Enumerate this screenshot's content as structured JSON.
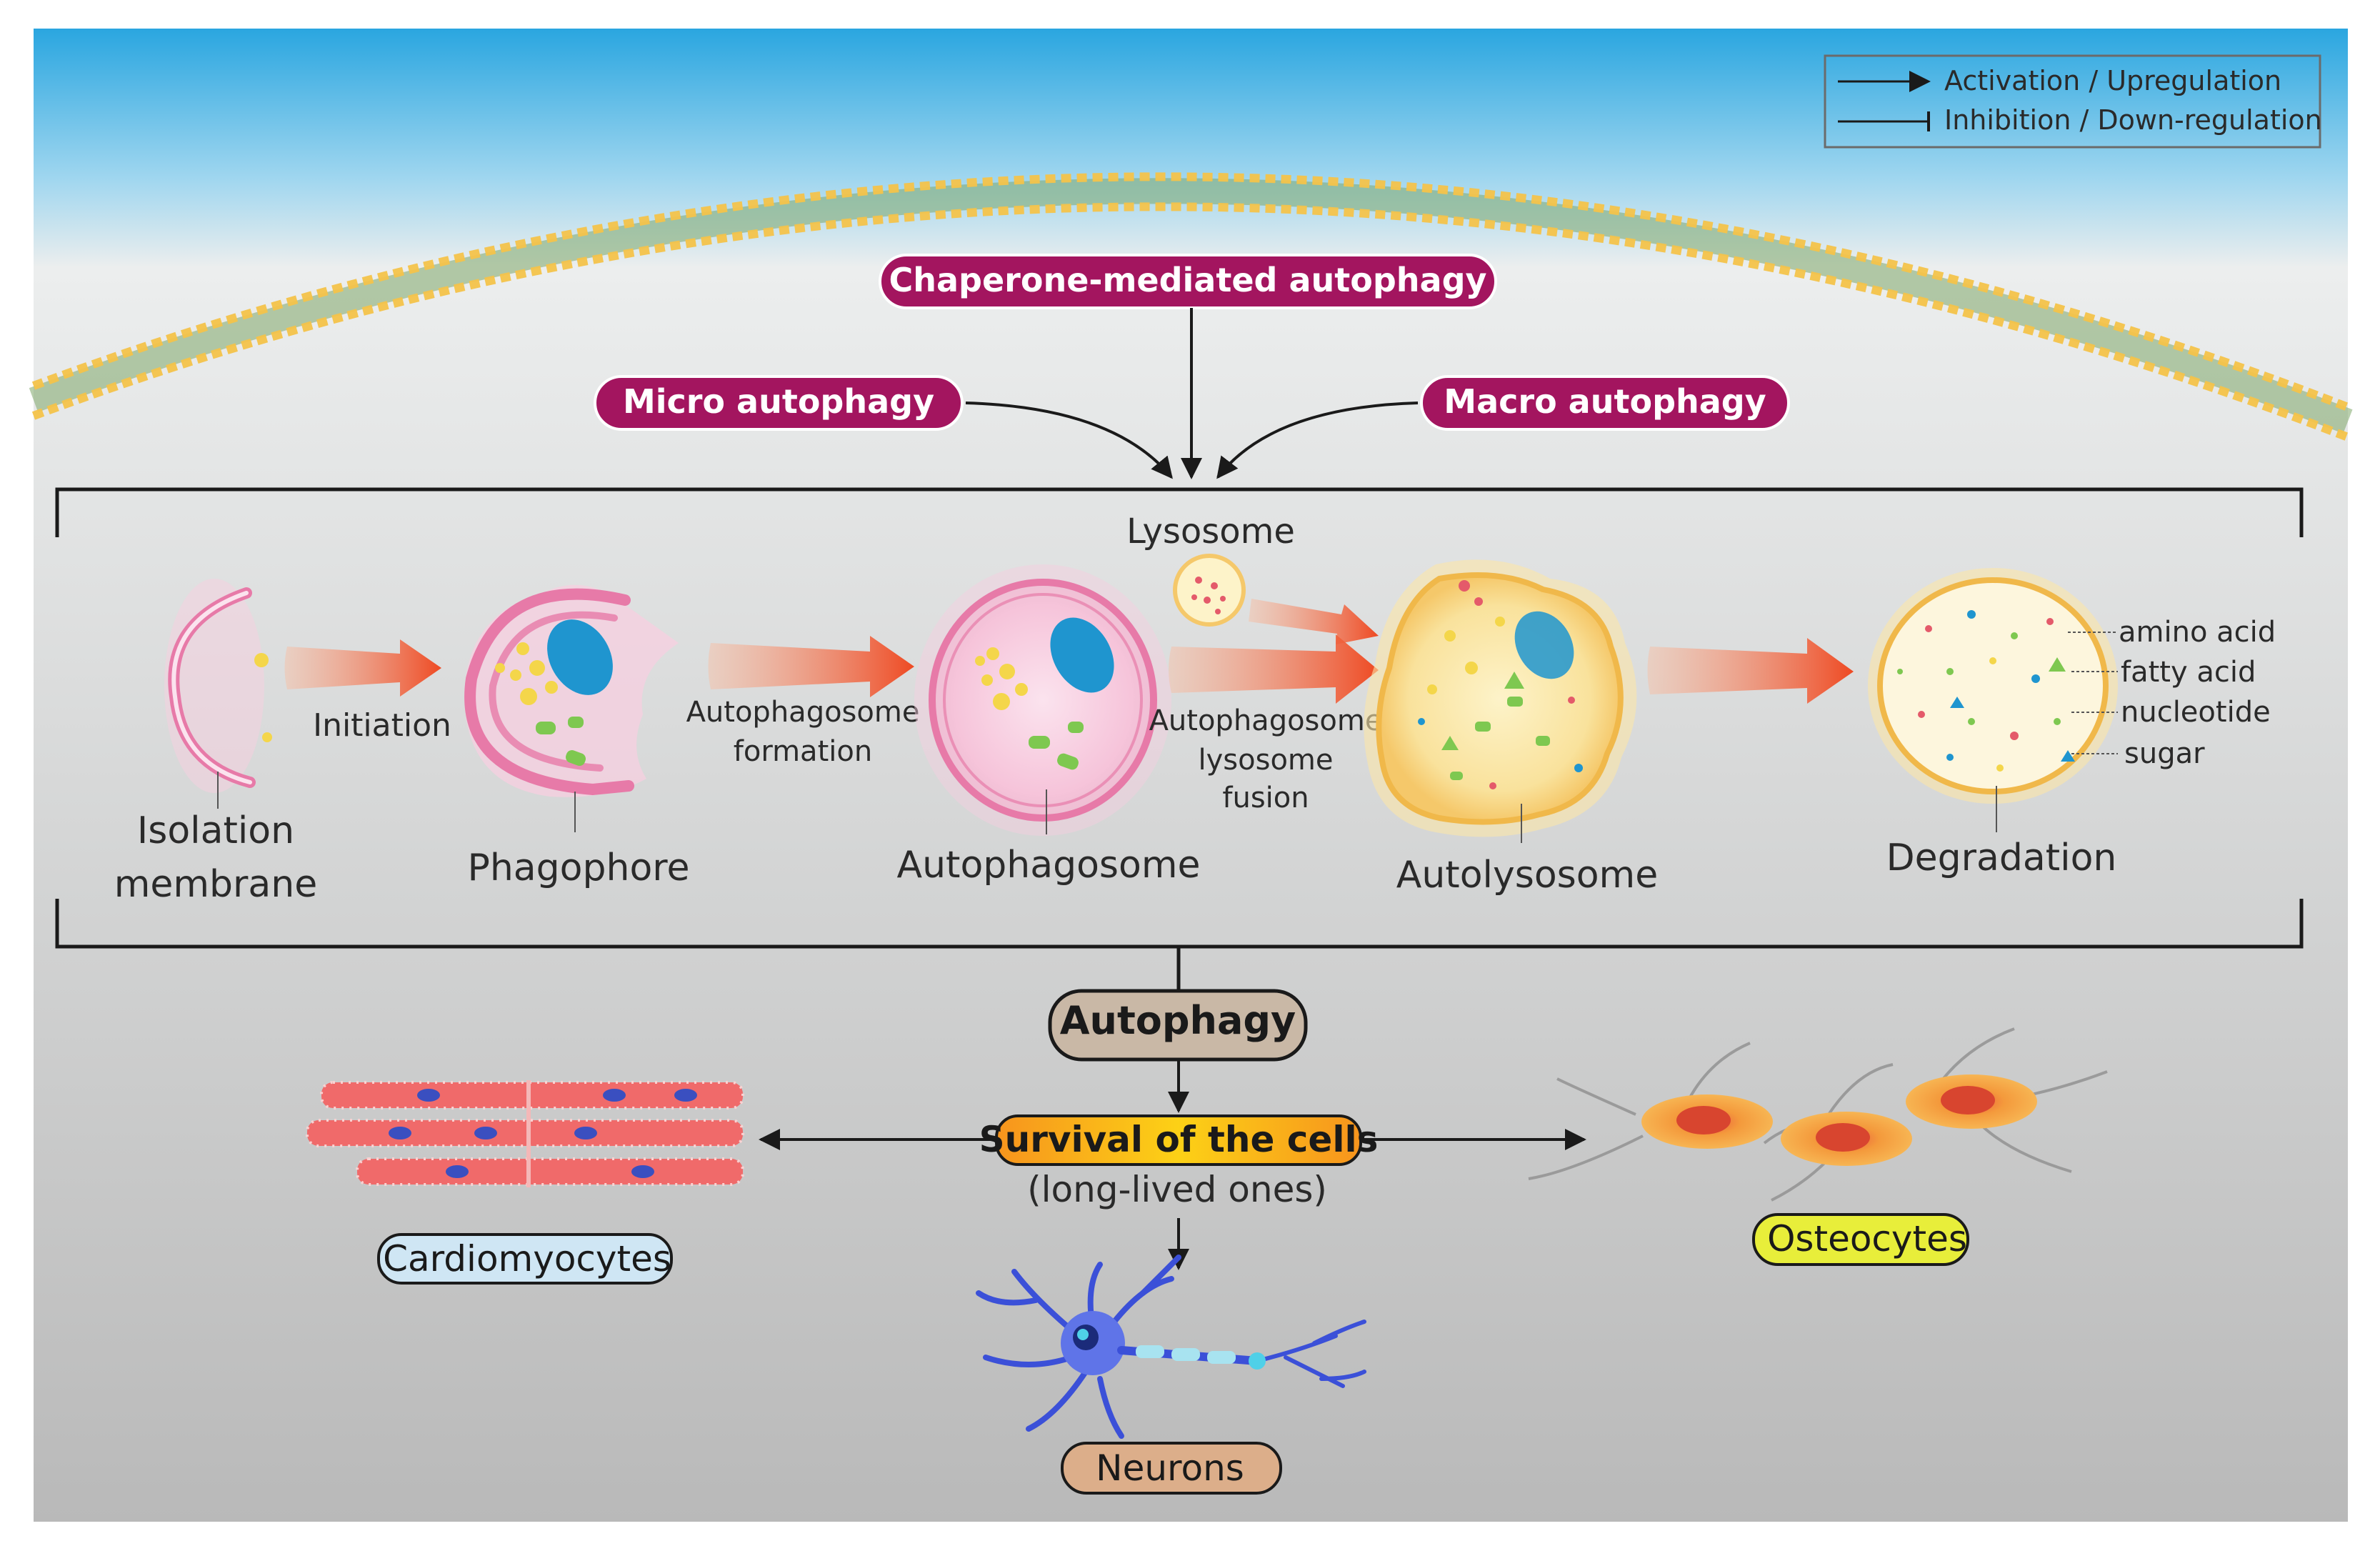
{
  "legend": {
    "activation": "Activation / Upregulation",
    "inhibition": "Inhibition / Down-regulation"
  },
  "pathways": {
    "chaperone": "Chaperone-mediated autophagy",
    "micro": "Micro autophagy",
    "macro": "Macro autophagy"
  },
  "lysosome_label": "Lysosome",
  "steps": {
    "isolation": [
      "Isolation",
      "membrane"
    ],
    "initiation": "Initiation",
    "phagophore": "Phagophore",
    "formation": [
      "Autophagosome",
      "formation"
    ],
    "autophagosome": "Autophagosome",
    "fusion": [
      "Autophagosome",
      "lysosome",
      "fusion"
    ],
    "autolysosome": "Autolysosome",
    "degradation": "Degradation"
  },
  "products": [
    "amino acid",
    "fatty acid",
    "nucleotide",
    "sugar"
  ],
  "autophagy": "Autophagy",
  "survival": "Survival of the cells",
  "survival_sub": "(long-lived ones)",
  "cells": {
    "cardiomyocytes": "Cardiomyocytes",
    "osteocytes": "Osteocytes",
    "neurons": "Neurons"
  },
  "colors": {
    "pathway_pill": "#a3155f",
    "process_arrow": "#ee4a23",
    "autophagy_pill": "#c9b8a6",
    "cardio_pill": "#cfe6f4",
    "osteo_pill": "#e8ee3a",
    "neuron_pill": "#dcae8a"
  }
}
